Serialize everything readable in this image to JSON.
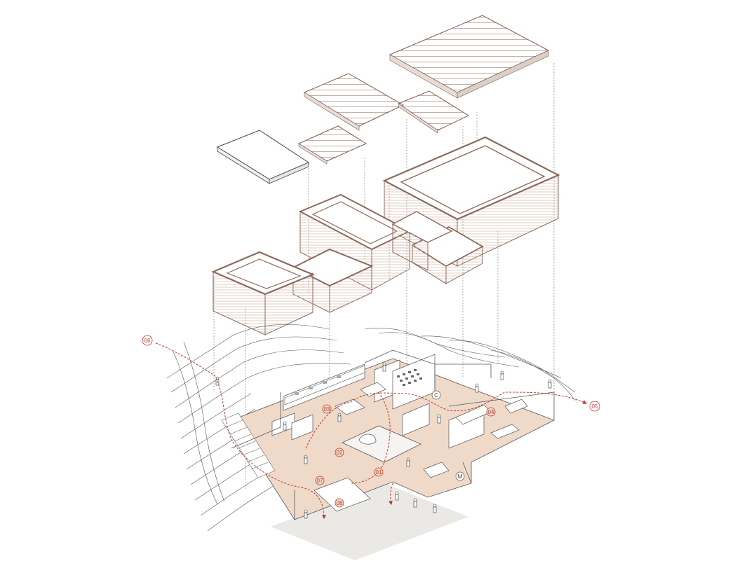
{
  "diagram": {
    "type": "exploded-axonometric",
    "colors": {
      "line": "#555555",
      "wall_fill": "#fbf3ee",
      "wall_line": "#c9a999",
      "wall_top": "#8c6a5c",
      "floor_fill": "#efd9c8",
      "ground_fill": "#ebe9e5",
      "route": "#c0392b"
    },
    "route_markers": [
      {
        "id": "01",
        "label": "01"
      },
      {
        "id": "02",
        "label": "02"
      },
      {
        "id": "03",
        "label": "03"
      },
      {
        "id": "04",
        "label": "04"
      },
      {
        "id": "05",
        "label": "05"
      },
      {
        "id": "06",
        "label": "06"
      },
      {
        "id": "07",
        "label": "07"
      },
      {
        "id": "08",
        "label": "08"
      }
    ],
    "zone_tags": [
      {
        "id": "C",
        "label": "C"
      },
      {
        "id": "M",
        "label": "M"
      }
    ],
    "layers": [
      "roof-slabs",
      "lattice-roofs",
      "rammed-earth-walls",
      "ground-floor-plan",
      "terrain"
    ]
  }
}
